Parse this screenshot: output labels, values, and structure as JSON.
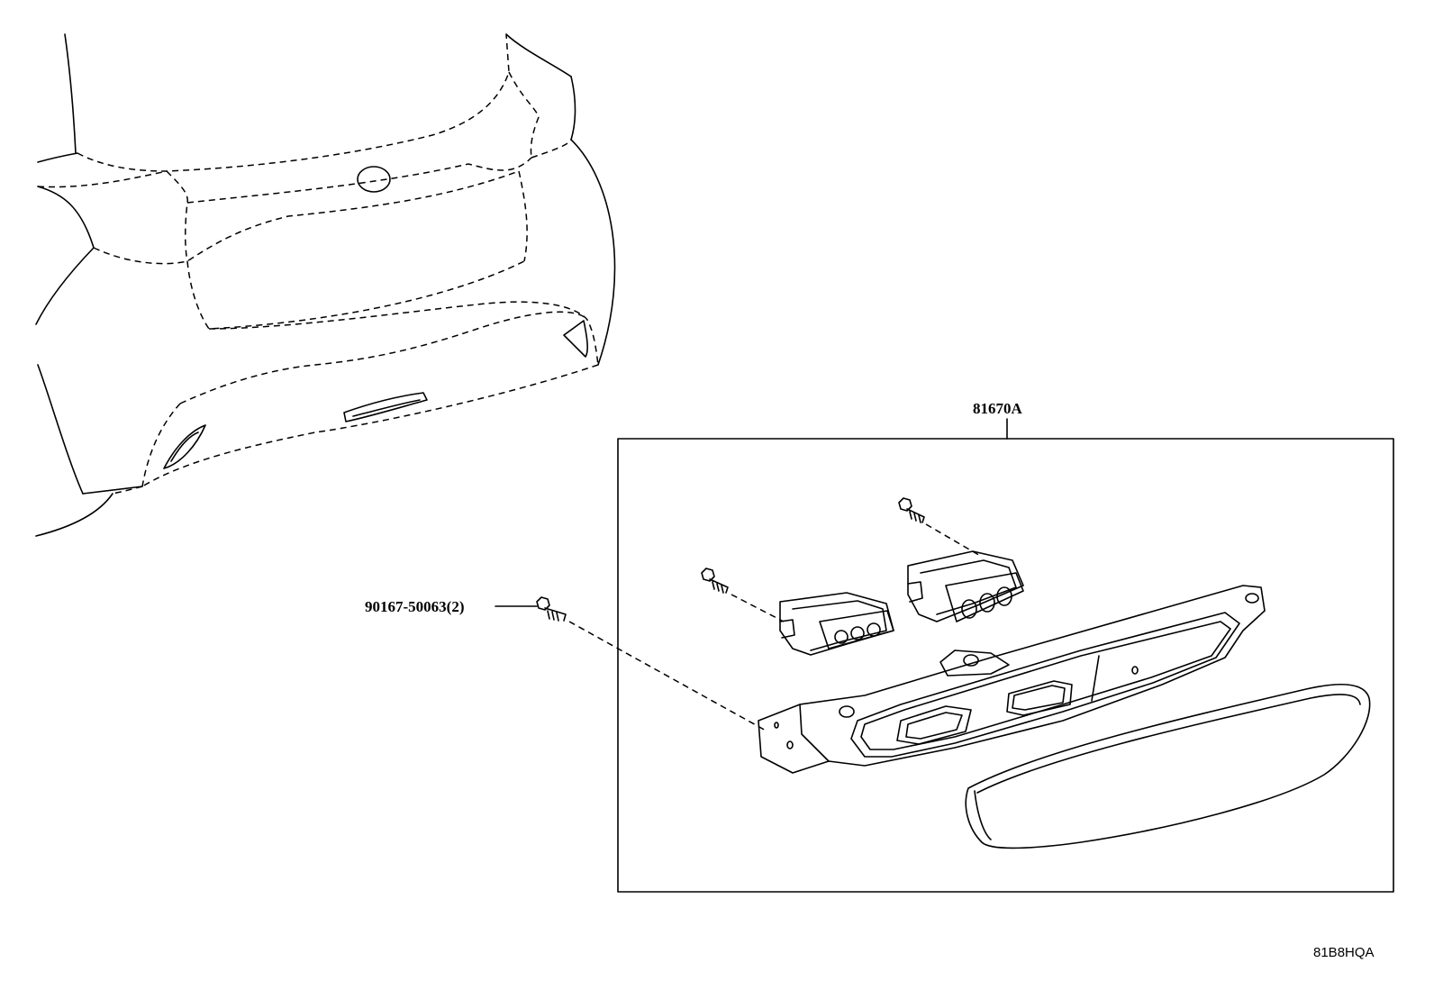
{
  "diagram": {
    "assembly_label": "81670A",
    "callouts": [
      {
        "part_number": "90167-50063(2)"
      }
    ],
    "figure_code": "81B8HQA"
  }
}
